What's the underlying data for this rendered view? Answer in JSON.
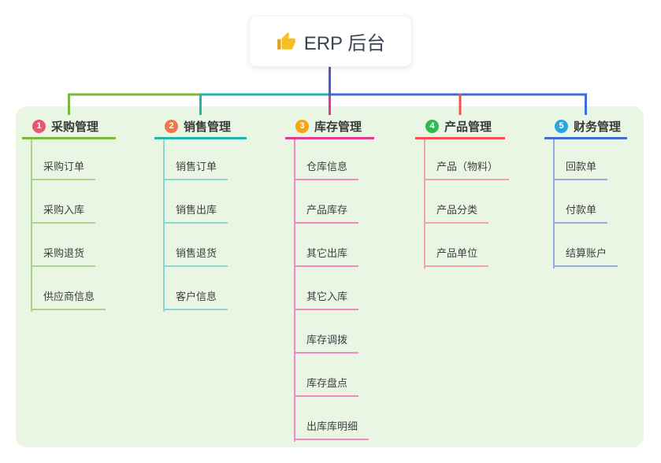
{
  "root": {
    "title": "ERP 后台",
    "icon": "thumbs-up-icon",
    "line_color": "#5159c8",
    "icon_color": "#f5bf25",
    "icon_dark_color": "#dfa31c"
  },
  "panel": {
    "background": "#eaf6e4"
  },
  "branches": [
    {
      "index": "1",
      "title": "采购管理",
      "badge_color": "#e9566f",
      "line_color": "#7db83d",
      "light_color": "#abd48c",
      "children": [
        "采购订单",
        "采购入库",
        "采购退货",
        "供应商信息"
      ]
    },
    {
      "index": "2",
      "title": "销售管理",
      "badge_color": "#f0774a",
      "line_color": "#1eb6ad",
      "light_color": "#8bd8d0",
      "children": [
        "销售订单",
        "销售出库",
        "销售退货",
        "客户信息"
      ]
    },
    {
      "index": "3",
      "title": "库存管理",
      "badge_color": "#f7a414",
      "line_color": "#e03a95",
      "light_color": "#f08cc3",
      "children": [
        "仓库信息",
        "产品库存",
        "其它出库",
        "其它入库",
        "库存调拨",
        "库存盘点",
        "出库库明细"
      ]
    },
    {
      "index": "4",
      "title": "产品管理",
      "badge_color": "#2eba51",
      "line_color": "#f4504e",
      "light_color": "#f9a3a0",
      "children": [
        "产品（物料）",
        "产品分类",
        "产品单位"
      ]
    },
    {
      "index": "5",
      "title": "财务管理",
      "badge_color": "#29a5e1",
      "line_color": "#3e6cd8",
      "light_color": "#94abe4",
      "children": [
        "回款单",
        "付款单",
        "结算账户"
      ]
    }
  ]
}
